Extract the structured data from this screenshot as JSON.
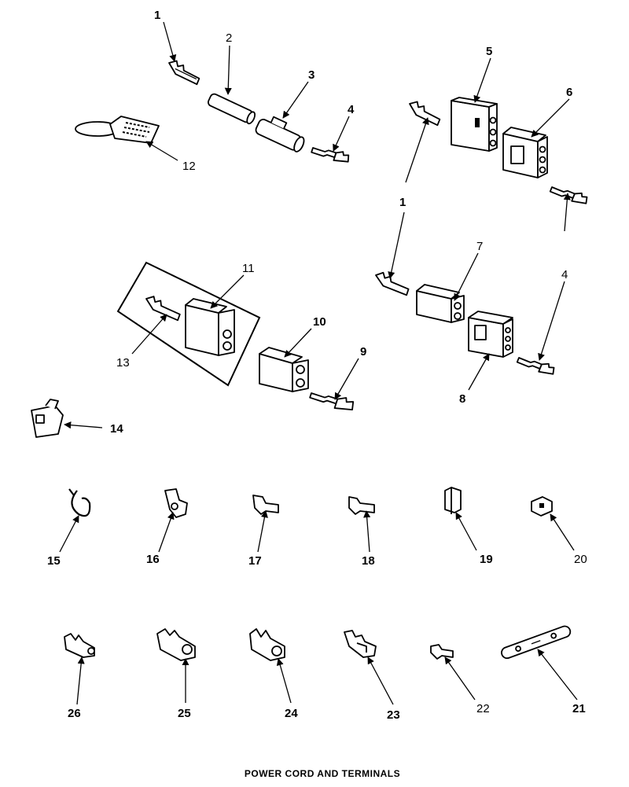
{
  "title": "POWER CORD AND TERMINALS",
  "callouts": {
    "c1a": "1",
    "c2": "2",
    "c3": "3",
    "c4a": "4",
    "c5": "5",
    "c6": "6",
    "c12": "12",
    "c1b": "1",
    "c4b": "4",
    "c7": "7",
    "c11": "11",
    "c10": "10",
    "c9": "9",
    "c13": "13",
    "c8": "8",
    "c14": "14",
    "c15": "15",
    "c16": "16",
    "c17": "17",
    "c18": "18",
    "c19": "19",
    "c20": "20",
    "c26": "26",
    "c25": "25",
    "c24": "24",
    "c23": "23",
    "c22": "22",
    "c21": "21"
  }
}
